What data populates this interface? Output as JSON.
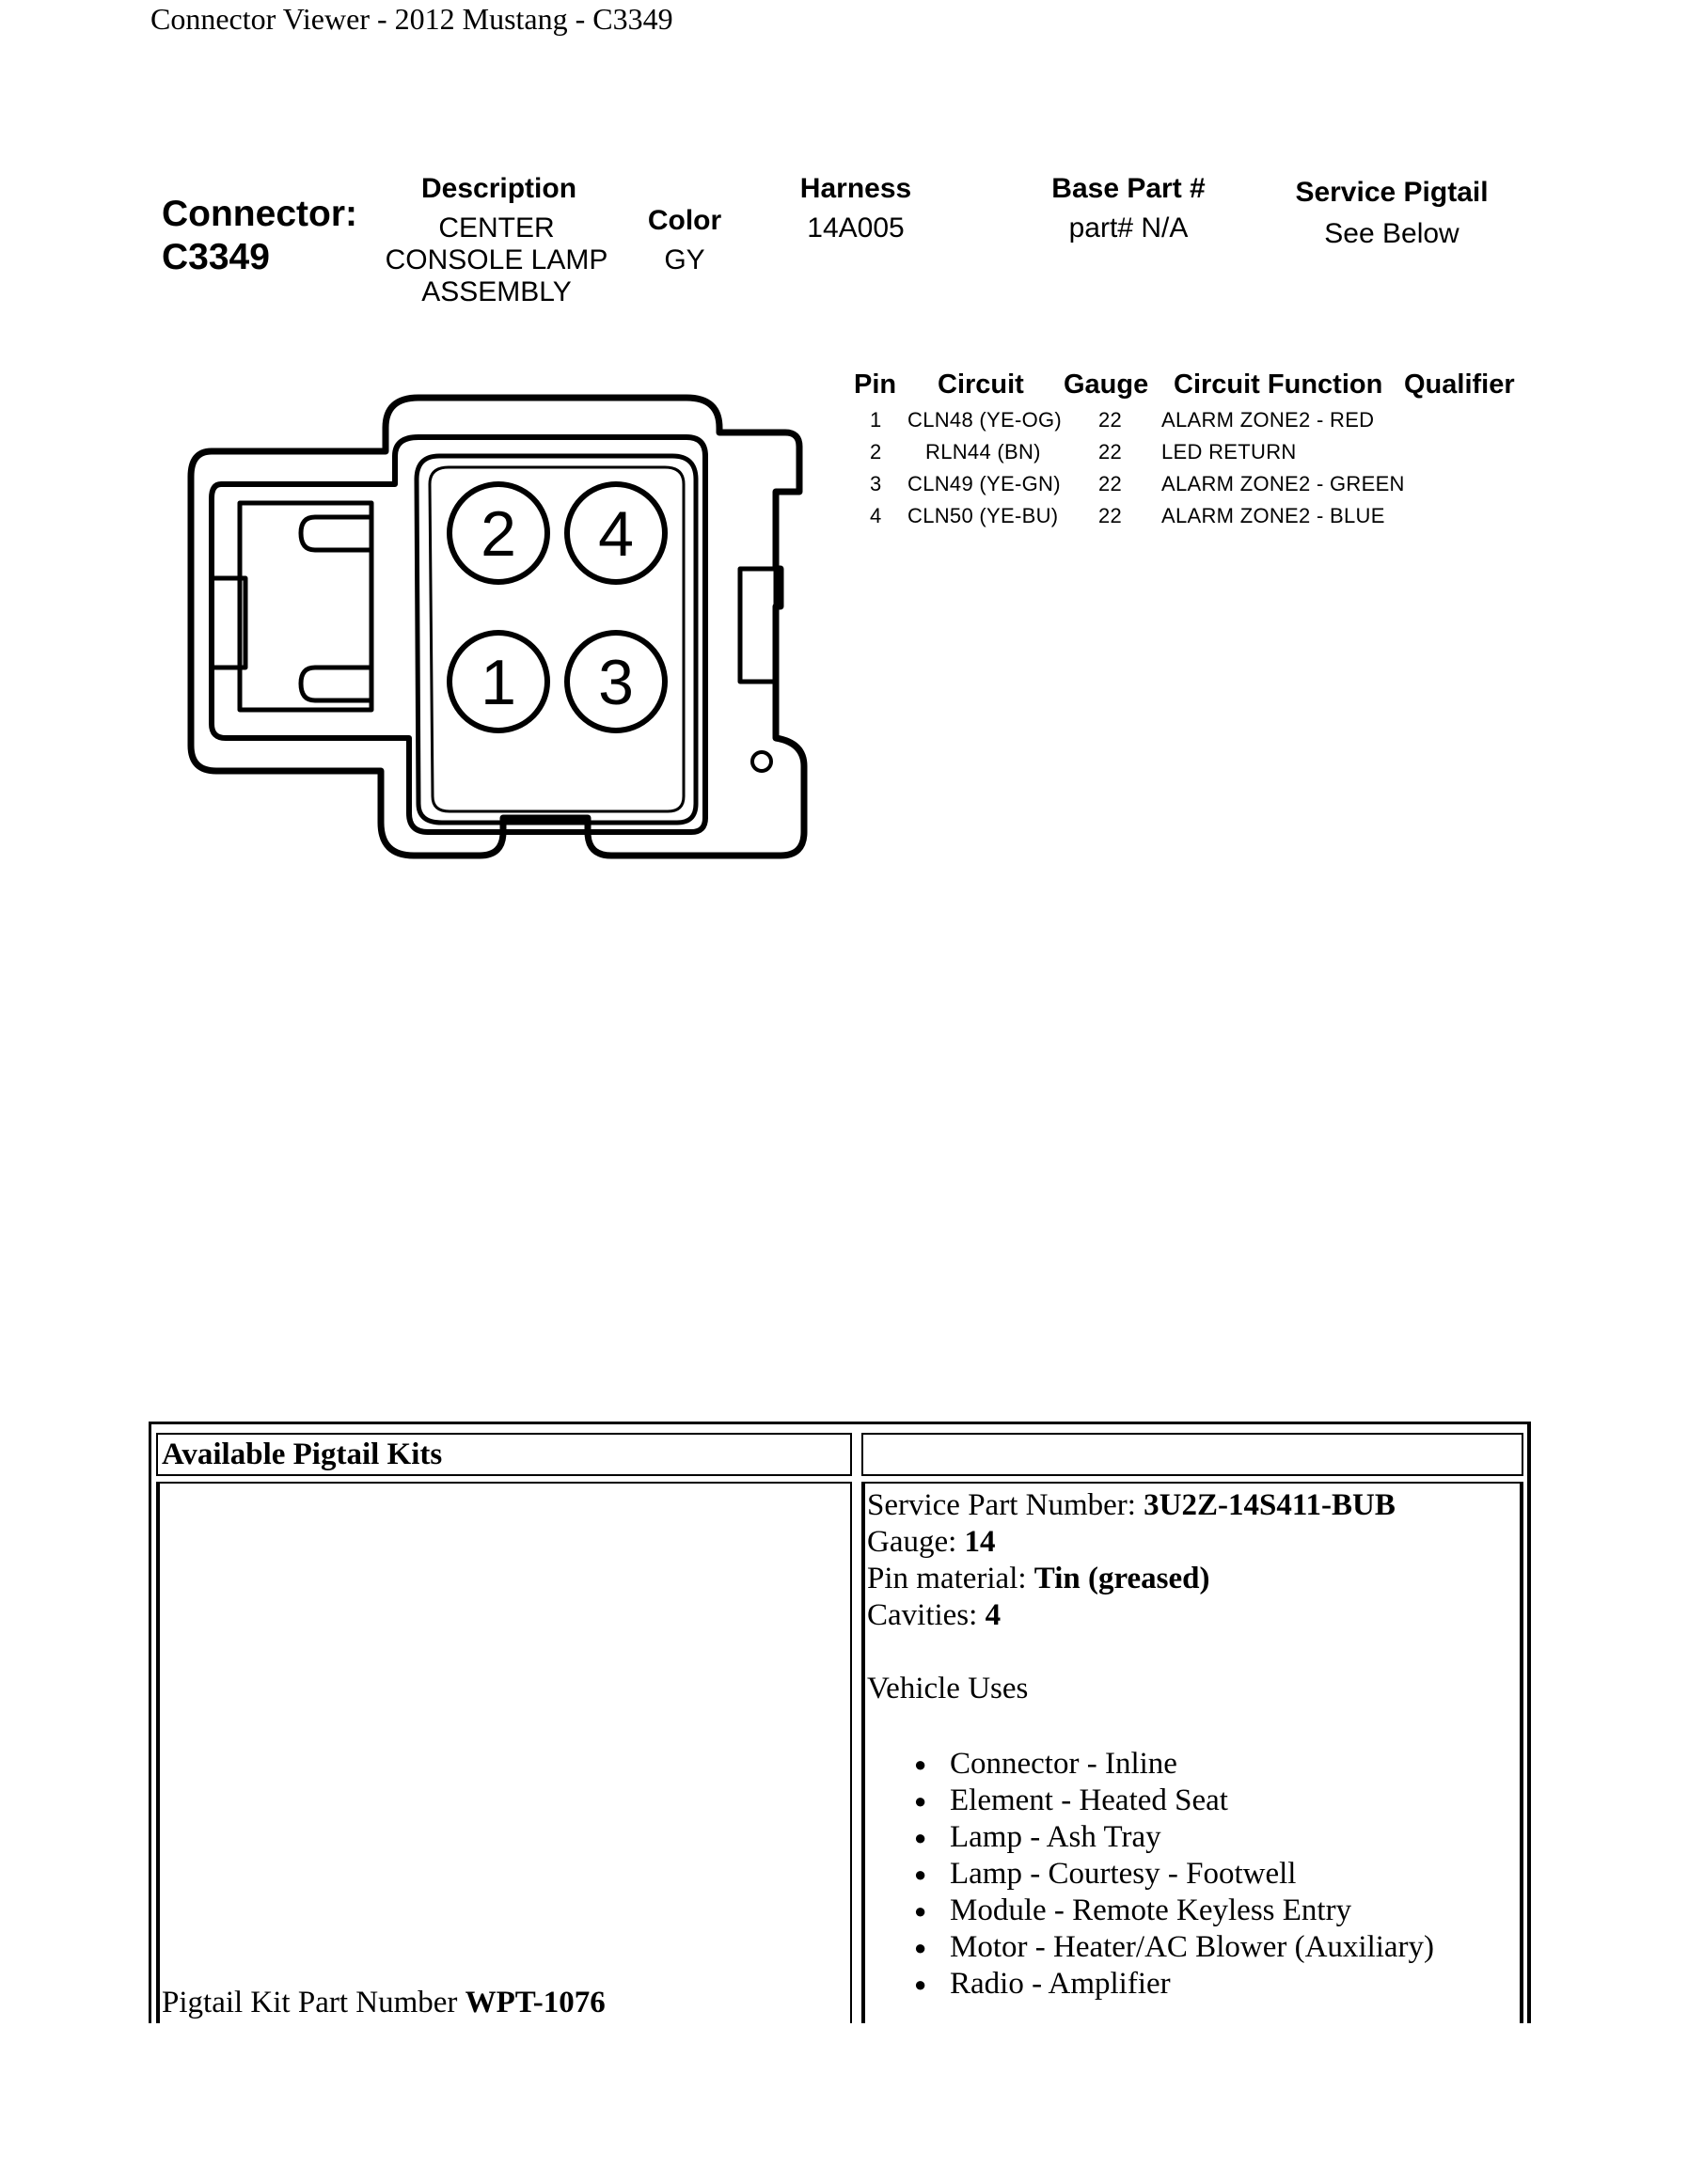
{
  "page": {
    "title": "Connector Viewer - 2012 Mustang - C3349"
  },
  "connector": {
    "label": "Connector:",
    "id": "C3349",
    "description_header": "Description",
    "description_lines": [
      "CENTER",
      "CONSOLE LAMP",
      "ASSEMBLY"
    ],
    "color_header": "Color",
    "color": "GY",
    "harness_header": "Harness",
    "harness": "14A005",
    "base_part_header": "Base Part #",
    "base_part": "part# N/A",
    "service_pigtail_header": "Service Pigtail",
    "service_pigtail": "See Below"
  },
  "pin_table": {
    "headers": {
      "pin": "Pin",
      "circuit": "Circuit",
      "gauge": "Gauge",
      "function": "Circuit Function",
      "qualifier": "Qualifier"
    },
    "rows": [
      {
        "pin": "1",
        "circuit": "CLN48 (YE-OG)",
        "gauge": "22",
        "function": "ALARM ZONE2 - RED",
        "qualifier": ""
      },
      {
        "pin": "2",
        "circuit": "RLN44 (BN)",
        "gauge": "22",
        "function": "LED RETURN",
        "qualifier": ""
      },
      {
        "pin": "3",
        "circuit": "CLN49 (YE-GN)",
        "gauge": "22",
        "function": "ALARM ZONE2 - GREEN",
        "qualifier": ""
      },
      {
        "pin": "4",
        "circuit": "CLN50 (YE-BU)",
        "gauge": "22",
        "function": "ALARM ZONE2 - BLUE",
        "qualifier": ""
      }
    ]
  },
  "diagram": {
    "cavities": [
      "2",
      "4",
      "1",
      "3"
    ]
  },
  "pigtail": {
    "heading": "Available Pigtail Kits",
    "kit_label": "Pigtail Kit Part Number",
    "kit_number": "WPT-1076",
    "service_part_label": "Service Part Number:",
    "service_part_value": "3U2Z-14S411-BUB",
    "gauge_label": "Gauge:",
    "gauge_value": "14",
    "pin_material_label": "Pin material:",
    "pin_material_value": "Tin (greased)",
    "cavities_label": "Cavities:",
    "cavities_value": "4",
    "vehicle_uses_label": "Vehicle Uses",
    "vehicle_uses": [
      "Connector - Inline",
      "Element - Heated Seat",
      "Lamp - Ash Tray",
      "Lamp - Courtesy - Footwell",
      "Module - Remote Keyless Entry",
      "Motor - Heater/AC Blower (Auxiliary)",
      "Radio - Amplifier"
    ]
  }
}
